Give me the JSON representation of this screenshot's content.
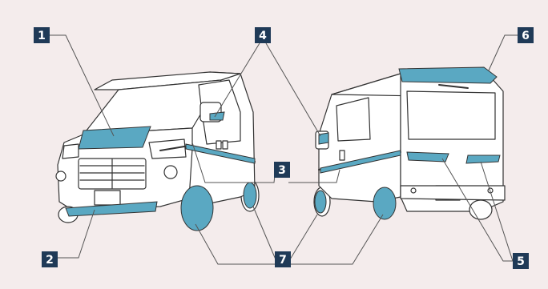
{
  "callouts": {
    "c1": "1",
    "c2": "2",
    "c3": "3",
    "c4": "4",
    "c5": "5",
    "c6": "6",
    "c7": "7"
  },
  "colors": {
    "background": "#f4ecec",
    "badge": "#1f3a57",
    "highlight": "#5aa8c2",
    "outline": "#333333",
    "leader": "#555555"
  }
}
